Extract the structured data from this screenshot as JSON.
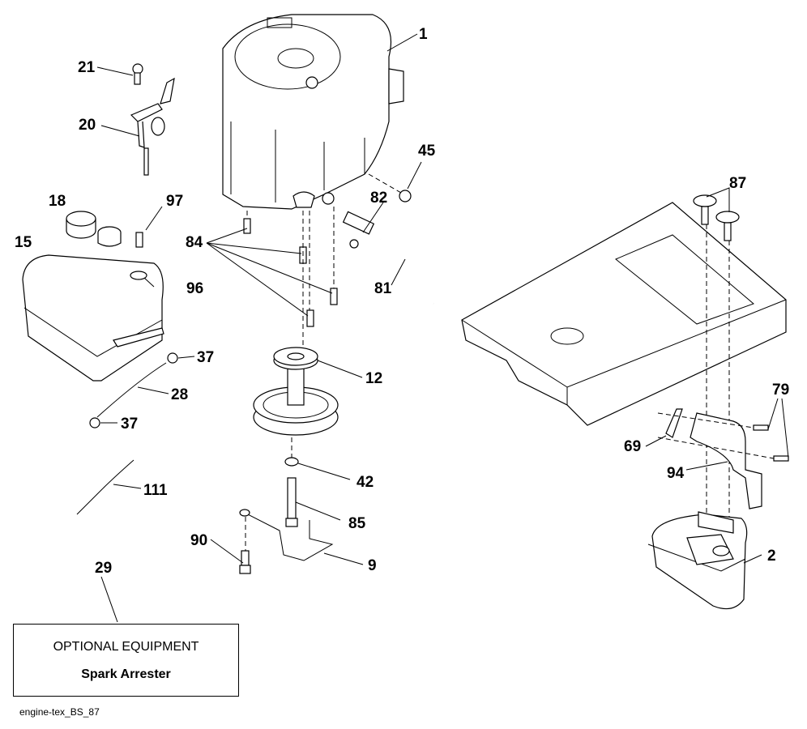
{
  "diagram": {
    "title": "Engine parts diagram",
    "callouts": {
      "p1": "1",
      "p2": "2",
      "p9": "9",
      "p12": "12",
      "p15": "15",
      "p18": "18",
      "p20": "20",
      "p21": "21",
      "p28": "28",
      "p29": "29",
      "p37a": "37",
      "p37b": "37",
      "p42": "42",
      "p45": "45",
      "p69": "69",
      "p79": "79",
      "p81": "81",
      "p82": "82",
      "p84": "84",
      "p85": "85",
      "p87": "87",
      "p90": "90",
      "p94": "94",
      "p96": "96",
      "p97": "97",
      "p111": "111"
    },
    "optional_box": {
      "title": "OPTIONAL EQUIPMENT",
      "item": "Spark Arrester"
    },
    "footer_code": "engine-tex_BS_87"
  }
}
